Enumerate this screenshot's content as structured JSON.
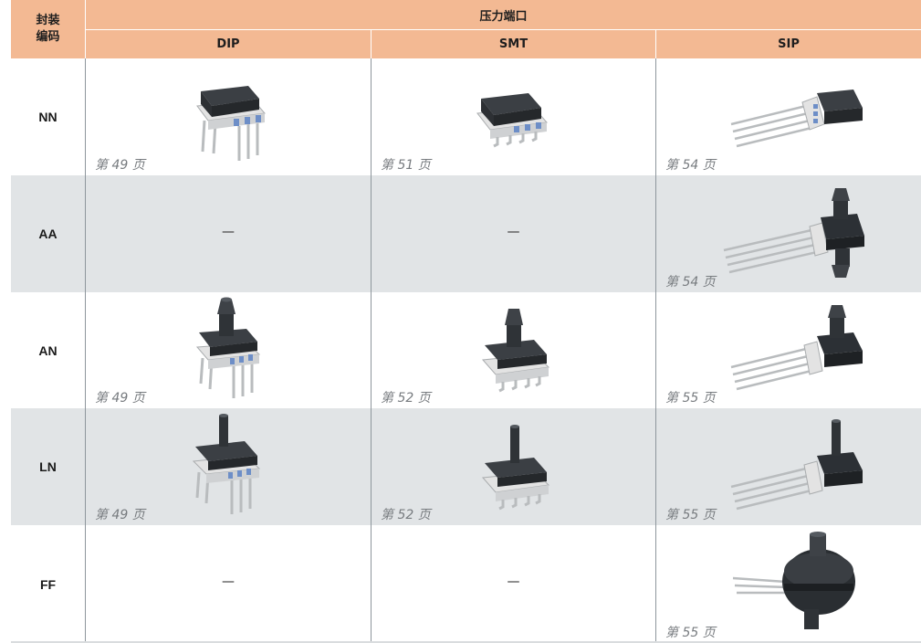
{
  "header": {
    "package_code": "封装\n编码",
    "package_code_l1": "封装",
    "package_code_l2": "编码",
    "pressure_port": "压力端口",
    "columns": [
      "DIP",
      "SMT",
      "SIP"
    ]
  },
  "rows": [
    {
      "code": "NN",
      "cells": [
        {
          "type": "image",
          "page": "第 49 页",
          "icon": "dip-sensor-no-port"
        },
        {
          "type": "image",
          "page": "第 51 页",
          "icon": "smt-sensor-no-port"
        },
        {
          "type": "image",
          "page": "第 54 页",
          "icon": "sip-sensor-no-port"
        }
      ]
    },
    {
      "code": "AA",
      "cells": [
        {
          "type": "dash",
          "text": "—"
        },
        {
          "type": "dash",
          "text": "—"
        },
        {
          "type": "image",
          "page": "第 54 页",
          "icon": "sip-sensor-dual-axial-port"
        }
      ]
    },
    {
      "code": "AN",
      "cells": [
        {
          "type": "image",
          "page": "第 49 页",
          "icon": "dip-sensor-barbed-port"
        },
        {
          "type": "image",
          "page": "第 52 页",
          "icon": "smt-sensor-barbed-port"
        },
        {
          "type": "image",
          "page": "第 55 页",
          "icon": "sip-sensor-barbed-port"
        }
      ]
    },
    {
      "code": "LN",
      "cells": [
        {
          "type": "image",
          "page": "第 49 页",
          "icon": "dip-sensor-long-port"
        },
        {
          "type": "image",
          "page": "第 52 页",
          "icon": "smt-sensor-long-port"
        },
        {
          "type": "image",
          "page": "第 55 页",
          "icon": "sip-sensor-long-port"
        }
      ]
    },
    {
      "code": "FF",
      "cells": [
        {
          "type": "dash",
          "text": "—"
        },
        {
          "type": "dash",
          "text": "—"
        },
        {
          "type": "image",
          "page": "第 55 页",
          "icon": "sip-sensor-fast-mount-port"
        }
      ]
    }
  ],
  "colors": {
    "header_bg": "#f3b993",
    "row_shade": "#e1e4e6",
    "divider": "#8e969c",
    "page_ref": "#777b7f"
  }
}
